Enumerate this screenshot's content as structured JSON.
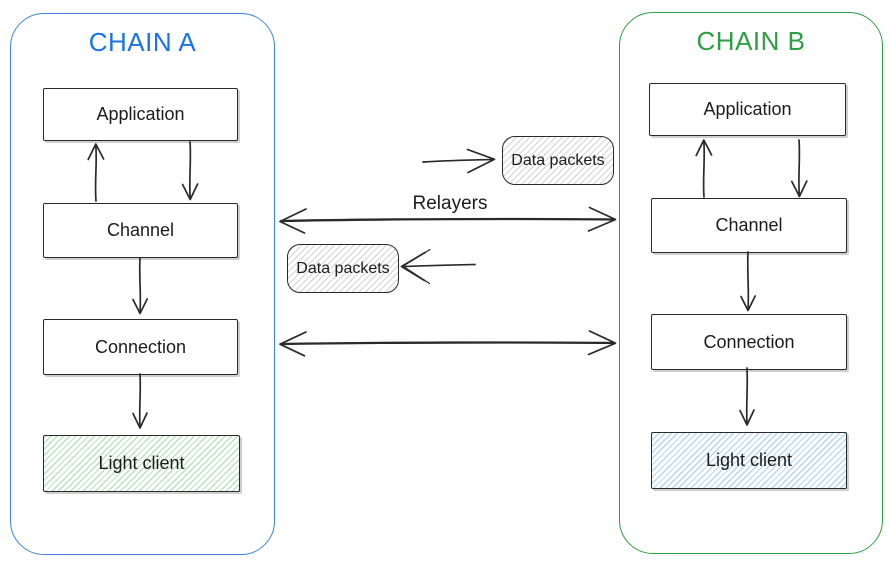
{
  "chain_a": {
    "title": "CHAIN A",
    "boxes": {
      "application": "Application",
      "channel": "Channel",
      "connection": "Connection",
      "light_client": "Light client"
    }
  },
  "chain_b": {
    "title": "CHAIN B",
    "boxes": {
      "application": "Application",
      "channel": "Channel",
      "connection": "Connection",
      "light_client": "Light client"
    }
  },
  "middle": {
    "relayers_label": "Relayers",
    "data_packets_top": "Data packets",
    "data_packets_bottom": "Data packets"
  },
  "colors": {
    "chain_a_accent": "#3b86d8",
    "chain_a_title": "#1a73e8",
    "chain_b_accent": "#2f9e44",
    "chain_b_title": "#2f9e44",
    "stroke": "#2a2a2a",
    "light_client_a_hatch": "#b7e3bf",
    "light_client_b_hatch": "#b5d9f2",
    "data_packets_hatch": "#d4d4d4"
  }
}
